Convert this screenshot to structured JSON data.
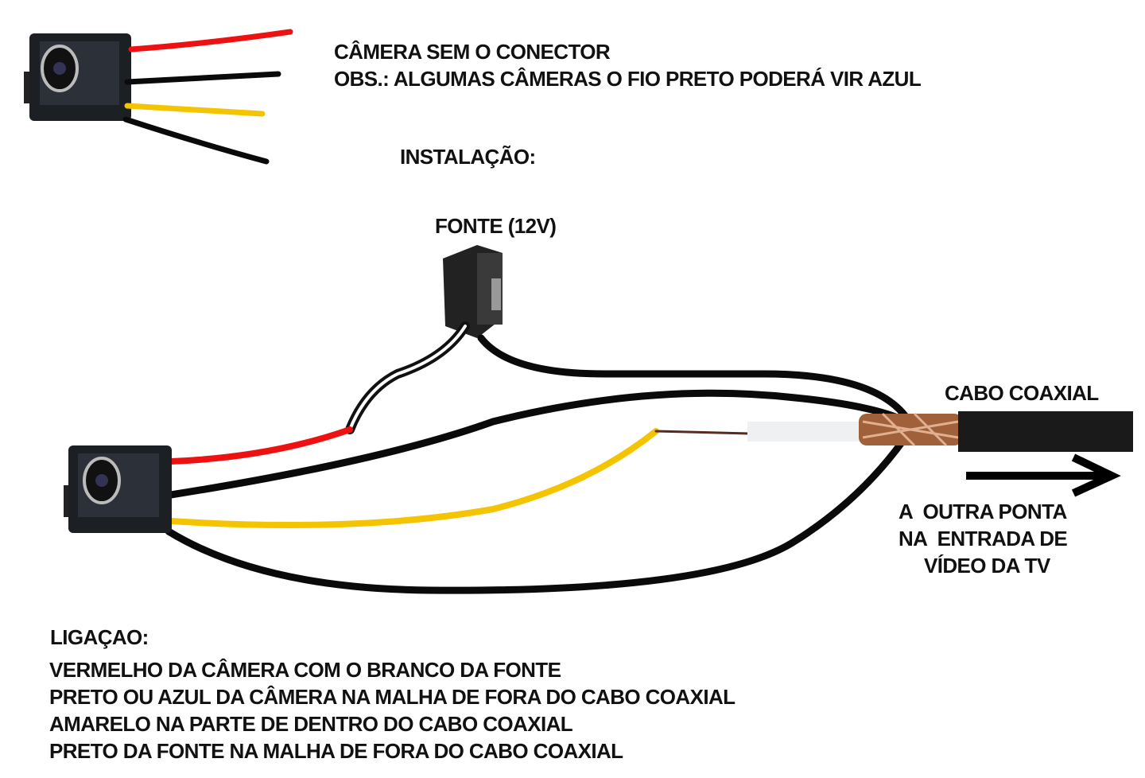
{
  "header": {
    "title": "CÂMERA SEM O CONECTOR",
    "note": "OBS.: ALGUMAS CÂMERAS O FIO PRETO PODERÁ VIR AZUL",
    "installation": "INSTALAÇÃO:"
  },
  "labels": {
    "power_supply": "FONTE (12V)",
    "coax": "CABO COAXIAL",
    "other_end": [
      "A  OUTRA PONTA",
      "NA  ENTRADA DE",
      "VÍDEO DA TV"
    ]
  },
  "wiring": {
    "title": "LIGAÇAO:",
    "steps": [
      "VERMELHO DA CÂMERA COM O BRANCO DA FONTE",
      "PRETO OU AZUL DA CÂMERA NA MALHA DE FORA DO CABO COAXIAL",
      "AMARELO NA PARTE DE DENTRO DO CABO COAXIAL",
      "PRETO DA FONTE NA MALHA DE FORA DO CABO COAXIAL"
    ]
  },
  "colors": {
    "red": "#ee1111",
    "black": "#0a0a0a",
    "yellow": "#f5c400",
    "braid": "#a0603a"
  }
}
